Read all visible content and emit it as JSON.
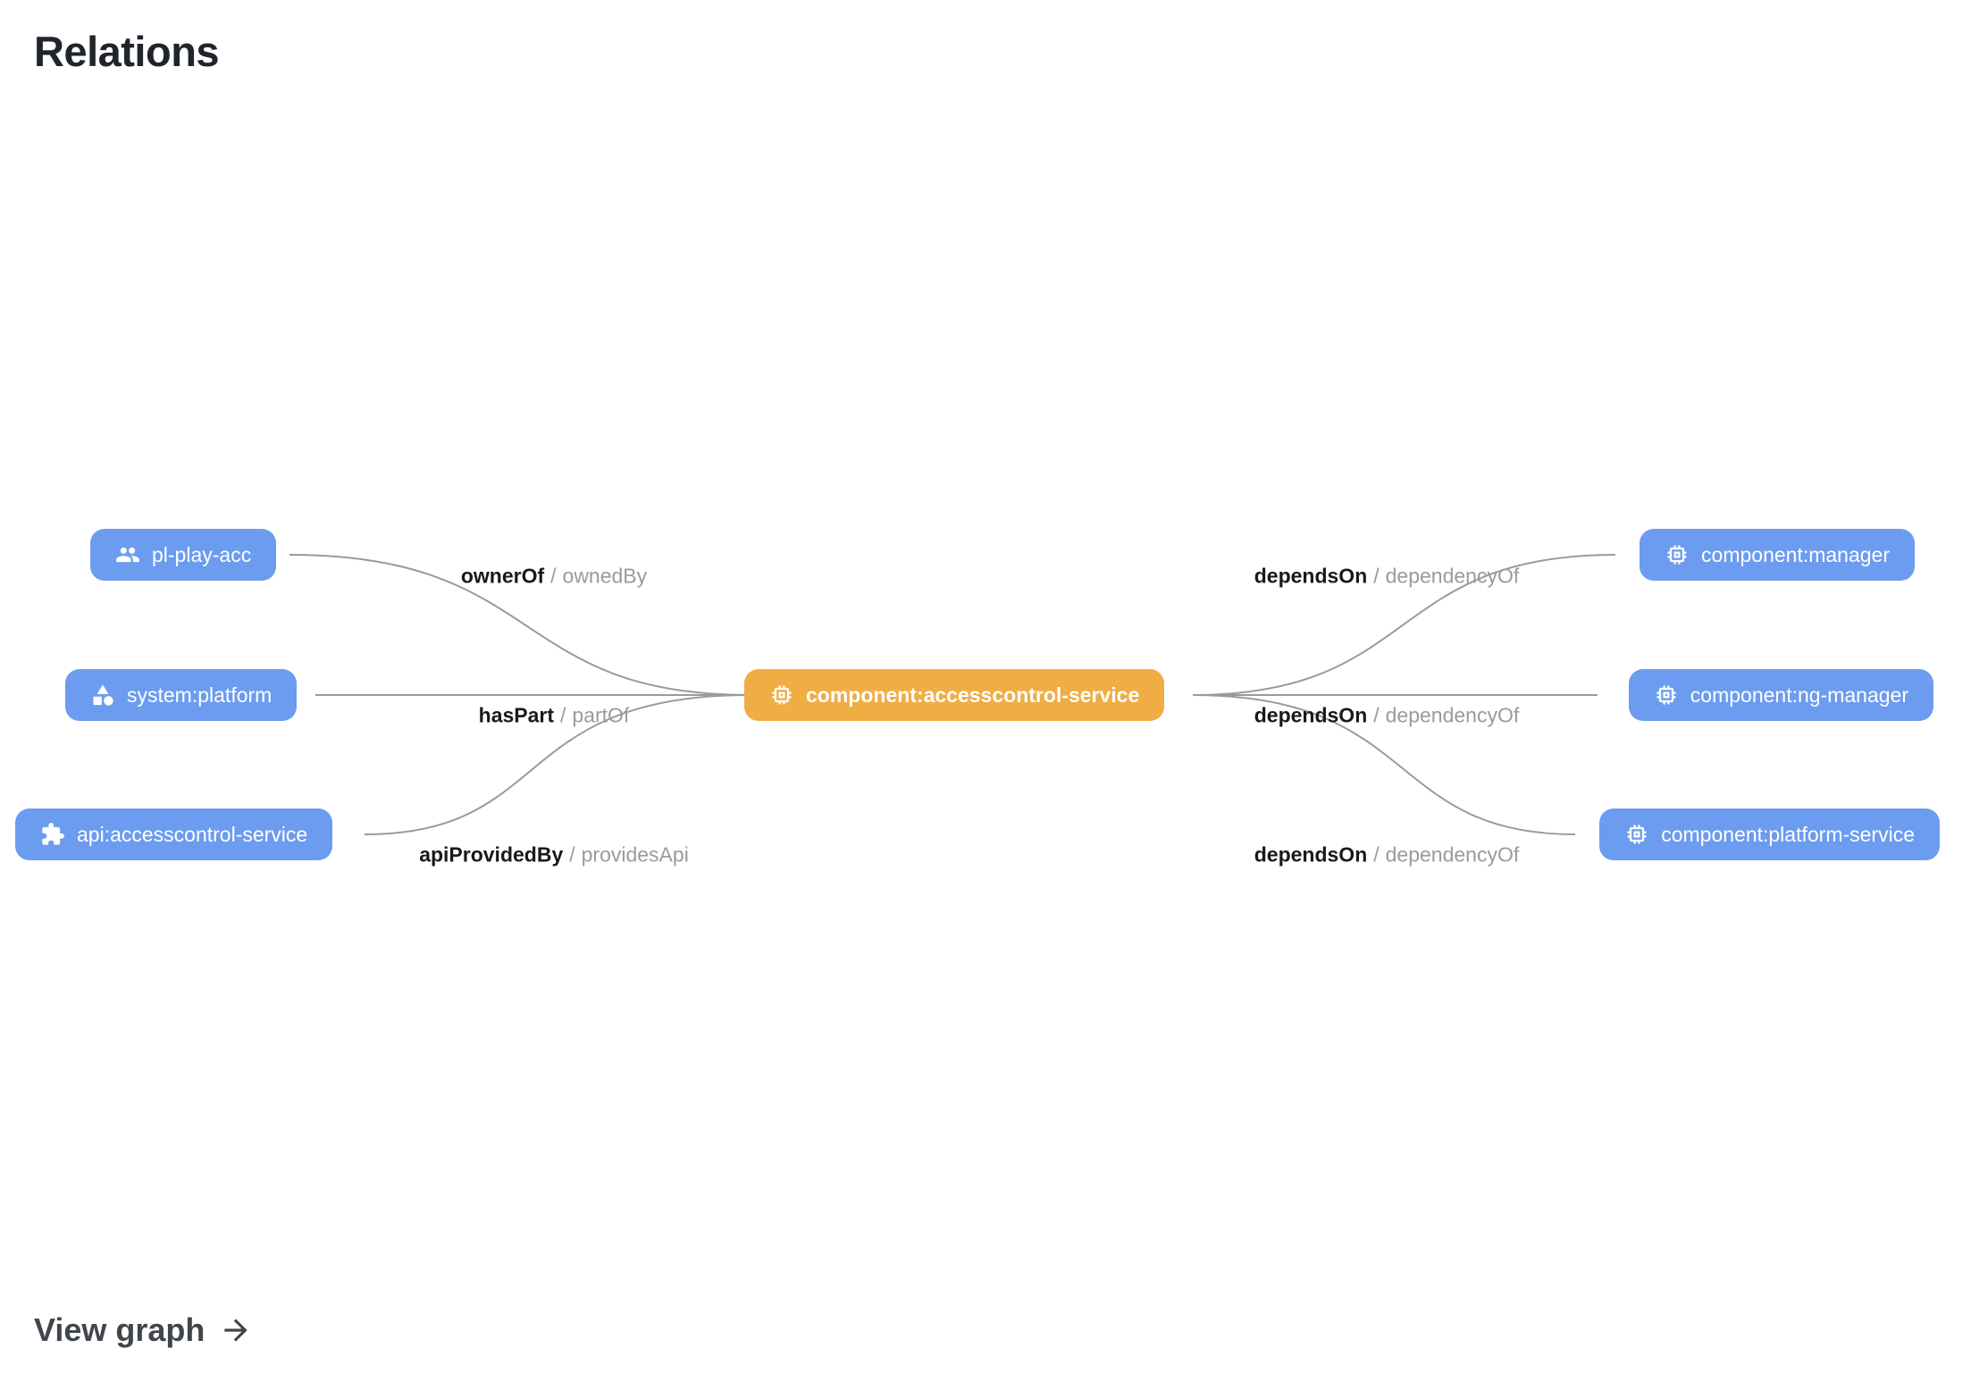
{
  "page": {
    "title": "Relations",
    "view_graph_label": "View graph"
  },
  "colors": {
    "node_blue": "#6c9cef",
    "node_orange": "#f0ad43",
    "edge_line": "#979b9e",
    "label_primary": "#17191c",
    "label_secondary": "#9b9b9b",
    "background": "#ffffff"
  },
  "graph": {
    "center_node": {
      "label": "component:accesscontrol-service",
      "icon": "chip-icon"
    },
    "left_nodes": [
      {
        "label": "pl-play-acc",
        "icon": "group-icon"
      },
      {
        "label": "system:platform",
        "icon": "system-icon"
      },
      {
        "label": "api:accesscontrol-service",
        "icon": "puzzle-icon"
      }
    ],
    "right_nodes": [
      {
        "label": "component:manager",
        "icon": "chip-icon"
      },
      {
        "label": "component:ng-manager",
        "icon": "chip-icon"
      },
      {
        "label": "component:platform-service",
        "icon": "chip-icon"
      }
    ],
    "edge_labels": {
      "separator": "/",
      "left": [
        {
          "primary": "ownerOf",
          "secondary": "ownedBy"
        },
        {
          "primary": "hasPart",
          "secondary": "partOf"
        },
        {
          "primary": "apiProvidedBy",
          "secondary": "providesApi"
        }
      ],
      "right": [
        {
          "primary": "dependsOn",
          "secondary": "dependencyOf"
        },
        {
          "primary": "dependsOn",
          "secondary": "dependencyOf"
        },
        {
          "primary": "dependsOn",
          "secondary": "dependencyOf"
        }
      ]
    }
  }
}
